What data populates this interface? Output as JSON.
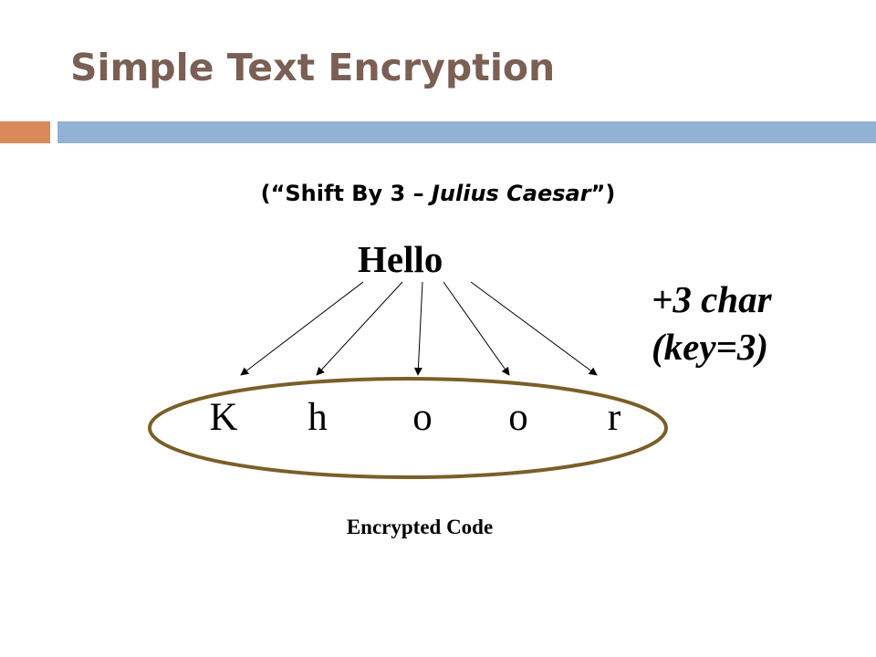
{
  "slide": {
    "title": "Simple Text Encryption",
    "accent_colors": {
      "title": "#7a5f55",
      "bar_left": "#d9895a",
      "bar_right": "#93b2d3",
      "ellipse": "#7a5f28"
    }
  },
  "subtitle": {
    "open": "(“Shift By 3 – ",
    "name": "Julius Caesar",
    "close": "”)"
  },
  "diagram": {
    "plaintext": "Hello",
    "key_line1": "+3 char",
    "key_line2": "(key=3)",
    "ciphertext_letters": [
      "K",
      "h",
      "o",
      "o",
      "r"
    ],
    "caption": "Encrypted Code"
  }
}
